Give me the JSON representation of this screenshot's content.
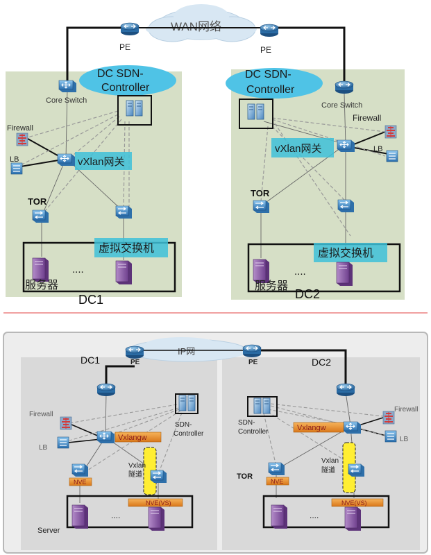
{
  "colors": {
    "dc_panel_top": "#d6dfc6",
    "dc_panel_bottom": "#d9d9d9",
    "bottom_frame": "#c9c9c9",
    "cloud": "#d8e7f3",
    "controller_bubble": "#4fc3e6",
    "label_band": "#3ec1d8",
    "router_blue": "#2a78b7",
    "switch_blue": "#3a8fd0",
    "firewall_red": "#d33b3b",
    "server_purple": "#8c5fa8",
    "vxlangw_orange": "#e8921f",
    "tunnel_yellow": "#ffee33",
    "red_divider": "#e04040"
  },
  "top": {
    "wan_label": "WAN网络",
    "pe_left": "PE",
    "pe_right": "PE",
    "dc1": {
      "controller": [
        "DC SDN-",
        "Controller"
      ],
      "core_switch": "Core Switch",
      "firewall": "Firewall",
      "lb": "LB",
      "vxlan_gw": "vXlan网关",
      "tor": "TOR",
      "vswitch": "虚拟交换机",
      "ellipsis": "....",
      "server": "服务器",
      "name": "DC1"
    },
    "dc2": {
      "controller": [
        "DC SDN-",
        "Controller"
      ],
      "core_switch": "Core Switch",
      "firewall": "Firewall",
      "lb": "LB",
      "vxlan_gw": "vXlan网关",
      "tor": "TOR",
      "vswitch": "虚拟交换机",
      "ellipsis": "....",
      "server": "服务器",
      "name": "DC2"
    }
  },
  "bottom": {
    "ip_label": "IP网",
    "pe_left": "PE",
    "pe_right": "PE",
    "dc1_name": "DC1",
    "dc2_name": "DC2",
    "left": {
      "firewall": "Firewall",
      "lb": "LB",
      "vxlangw": "Vxlangw",
      "controller": [
        "SDN-",
        "Controller"
      ],
      "tunnel": [
        "Vxlan",
        "隧道"
      ],
      "nve": "NVE",
      "nve_vs": "NVE(VS)",
      "ellipsis": "....",
      "server": "Server"
    },
    "right": {
      "firewall": "Firewall",
      "lb": "LB",
      "vxlangw": "Vxlangw",
      "controller": [
        "SDN-",
        "Controller"
      ],
      "tunnel": [
        "Vxlan",
        "隧道"
      ],
      "tor": "TOR",
      "nve": "NVE",
      "nve_vs": "NVE(VS)",
      "ellipsis": "...."
    }
  }
}
